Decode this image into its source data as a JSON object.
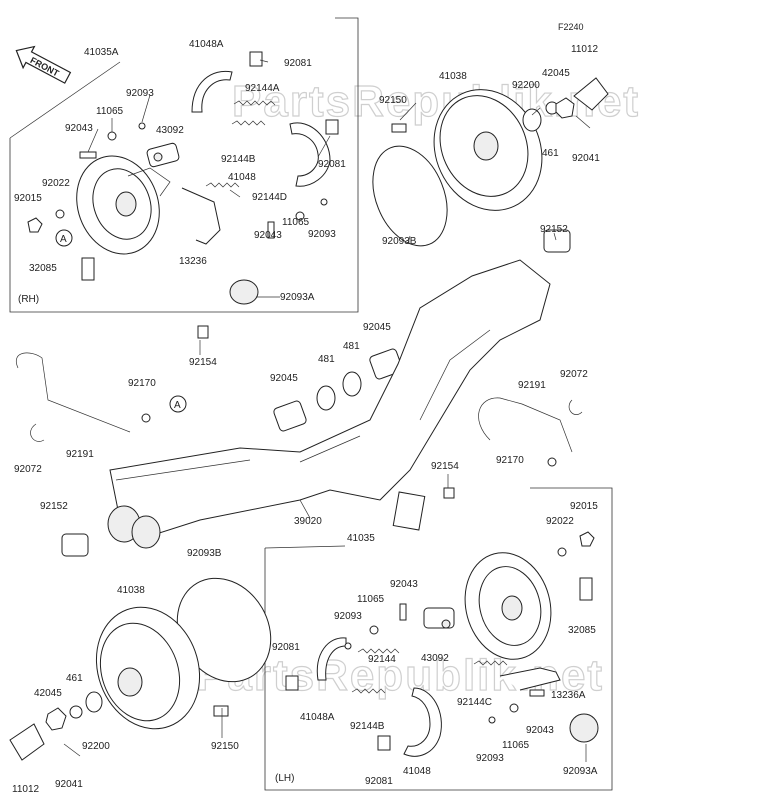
{
  "figure_id": "F2240",
  "front_label": "FRONT",
  "watermark": "PartsRepublik.net",
  "sides": {
    "rh": "(RH)",
    "lh": "(LH)"
  },
  "callouts": {
    "a": "A"
  },
  "labels": {
    "41035A": "41035A",
    "41048A_top": "41048A",
    "92081_top1": "92081",
    "92093_top": "92093",
    "11065_top": "11065",
    "92144A": "92144A",
    "92043_top": "92043",
    "43092_top": "43092",
    "92144B_top": "92144B",
    "92081_top2": "92081",
    "92022_top": "92022",
    "92015_top": "92015",
    "41048_top": "41048",
    "92144D": "92144D",
    "11065_mid": "11065",
    "92093_mid": "92093",
    "92043_mid": "92043",
    "32085_top": "32085",
    "13236": "13236",
    "92093A_top": "92093A",
    "92154_top": "92154",
    "41038_top": "41038",
    "92150_top": "92150",
    "92200_top": "92200",
    "42045_top": "42045",
    "11012_top": "11012",
    "461_top": "461",
    "92041_top": "92041",
    "92093B_top": "92093B",
    "92152_top": "92152",
    "92045_a": "92045",
    "481_a": "481",
    "481_b": "481",
    "92170_top": "92170",
    "92045_b": "92045",
    "92191_right": "92191",
    "92072_right": "92072",
    "92191_left": "92191",
    "92072_left": "92072",
    "92154_mid": "92154",
    "92170_mid": "92170",
    "92152_left": "92152",
    "39020": "39020",
    "92015_bot": "92015",
    "92022_bot": "92022",
    "41035": "41035",
    "92093B_bot": "92093B",
    "92043_bot1": "92043",
    "11065_bot1": "11065",
    "92093_bot1": "92093",
    "32085_bot": "32085",
    "41038_bot": "41038",
    "92081_bot1": "92081",
    "92144": "92144",
    "43092_bot": "43092",
    "461_bot": "461",
    "42045_bot": "42045",
    "41048A_bot": "41048A",
    "92144C": "92144C",
    "13236A": "13236A",
    "92200_bot": "92200",
    "92150_bot": "92150",
    "92144B_bot": "92144B",
    "92043_bot2": "92043",
    "11065_bot2": "11065",
    "92093_bot2": "92093",
    "41048_bot": "41048",
    "92081_bot2": "92081",
    "92093A_bot": "92093A",
    "11012_bot": "11012",
    "92041_bot": "92041"
  }
}
